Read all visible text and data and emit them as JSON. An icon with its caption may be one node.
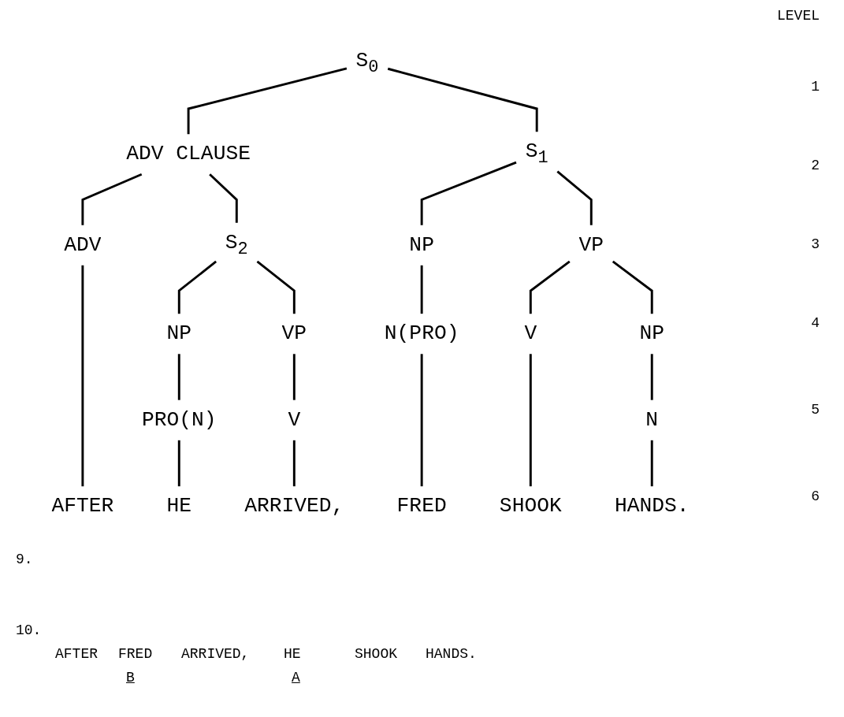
{
  "diagram": {
    "nodes": [
      {
        "text": [
          "S$_{0}$"
        ]
      },
      {
        "text": [
          "ADV CLAUSE"
        ]
      },
      {
        "text": [
          "S$_{1}$"
        ]
      },
      {
        "text": [
          "ADV"
        ]
      },
      {
        "text": [
          "S$_{2}$"
        ]
      },
      {
        "text": [
          "NP"
        ]
      },
      {
        "text": [
          "VP"
        ]
      },
      {
        "text": [
          "NP"
        ]
      },
      {
        "text": [
          "VP"
        ]
      },
      {
        "text": [
          "N(PRO)"
        ]
      },
      {
        "text": [
          "V"
        ]
      },
      {
        "text": [
          "NP"
        ]
      },
      {
        "text": [
          "PRO(N)"
        ]
      },
      {
        "text": [
          "V"
        ]
      },
      {
        "text": [
          "N"
        ]
      },
      {
        "text": [
          "AFTER"
        ]
      },
      {
        "text": [
          "HE"
        ]
      },
      {
        "text": [
          "ARRIVED,"
        ]
      },
      {
        "text": [
          "FRED"
        ]
      },
      {
        "text": [
          "SHOOK"
        ]
      },
      {
        "text": [
          "HANDS."
        ]
      }
    ],
    "edges": [
      {
        "from": 0,
        "to": 1,
        "arrow": "none"
      },
      {
        "from": 0,
        "to": 2,
        "arrow": "none"
      },
      {
        "from": 1,
        "to": 3,
        "arrow": "none"
      },
      {
        "from": 1,
        "to": 4,
        "arrow": "none"
      },
      {
        "from": 2,
        "to": 5,
        "arrow": "none"
      },
      {
        "from": 2,
        "to": 6,
        "arrow": "none"
      },
      {
        "from": 4,
        "to": 7,
        "arrow": "none"
      },
      {
        "from": 4,
        "to": 8,
        "arrow": "none"
      },
      {
        "from": 5,
        "to": 9,
        "arrow": "none"
      },
      {
        "from": 6,
        "to": 10,
        "arrow": "none"
      },
      {
        "from": 6,
        "to": 11,
        "arrow": "none"
      },
      {
        "from": 7,
        "to": 12,
        "arrow": "none"
      },
      {
        "from": 8,
        "to": 13,
        "arrow": "none"
      },
      {
        "from": 11,
        "to": 14,
        "arrow": "none"
      },
      {
        "from": 3,
        "to": 15,
        "arrow": "none"
      },
      {
        "from": 12,
        "to": 16,
        "arrow": "none"
      },
      {
        "from": 13,
        "to": 17,
        "arrow": "none"
      },
      {
        "from": 9,
        "to": 18,
        "arrow": "none"
      },
      {
        "from": 10,
        "to": 19,
        "arrow": "none"
      },
      {
        "from": 14,
        "to": 20,
        "arrow": "none"
      }
    ],
    "labels": [
      "LEVEL",
      "1",
      "2",
      "3",
      "4",
      "5",
      "6",
      "9.",
      "10.",
      "AFTER",
      "FRED",
      "ARRIVED,",
      "HE",
      "SHOOK",
      "HANDS.",
      "B",
      "A"
    ]
  }
}
